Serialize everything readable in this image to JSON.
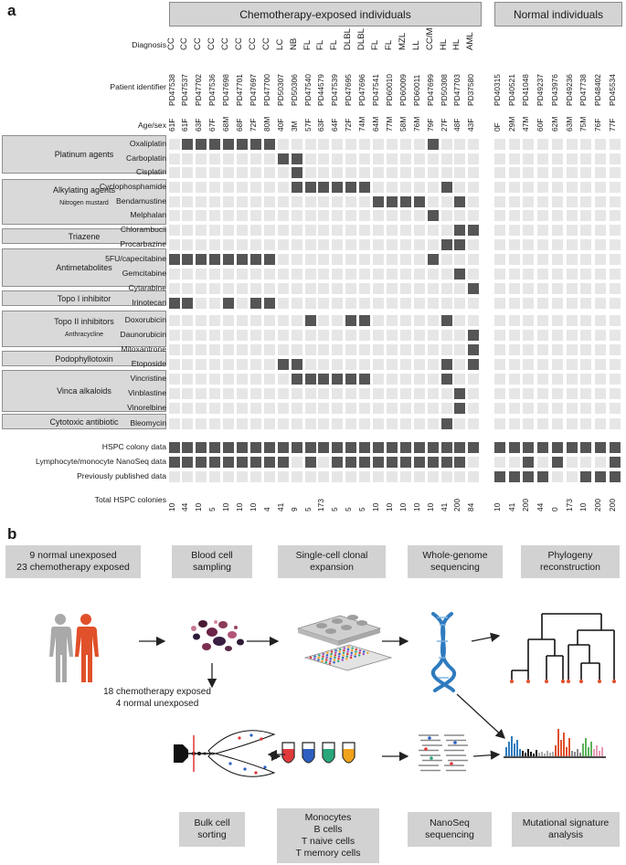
{
  "panels": {
    "a": "a",
    "b": "b"
  },
  "headers": {
    "chemo": "Chemotherapy-exposed individuals",
    "normal": "Normal individuals"
  },
  "row_titles": {
    "diagnosis": "Diagnosis",
    "patient": "Patient identifier",
    "agesex": "Age/sex"
  },
  "chemo_samples": [
    {
      "diag": "CC",
      "id": "PD47538",
      "age": "61F"
    },
    {
      "diag": "CC",
      "id": "PD47537",
      "age": "61F"
    },
    {
      "diag": "CC",
      "id": "PD47702",
      "age": "63F"
    },
    {
      "diag": "CC",
      "id": "PD47536",
      "age": "67F"
    },
    {
      "diag": "CC",
      "id": "PD47698",
      "age": "68M"
    },
    {
      "diag": "CC",
      "id": "PD47701",
      "age": "68F"
    },
    {
      "diag": "CC",
      "id": "PD47697",
      "age": "72F"
    },
    {
      "diag": "CC",
      "id": "PD47700",
      "age": "80M"
    },
    {
      "diag": "LC",
      "id": "PD50307",
      "age": "40F"
    },
    {
      "diag": "NB",
      "id": "PD50306",
      "age": "3M"
    },
    {
      "diag": "FL",
      "id": "PD47540",
      "age": "57F"
    },
    {
      "diag": "FL",
      "id": "PD44579",
      "age": "63F"
    },
    {
      "diag": "FL",
      "id": "PD47539",
      "age": "64F"
    },
    {
      "diag": "DLBL",
      "id": "PD47695",
      "age": "72F"
    },
    {
      "diag": "DLBL",
      "id": "PD47696",
      "age": "74M"
    },
    {
      "diag": "FL",
      "id": "PD47541",
      "age": "64M"
    },
    {
      "diag": "FL",
      "id": "PD60010",
      "age": "77M"
    },
    {
      "diag": "MZL",
      "id": "PD60009",
      "age": "58M"
    },
    {
      "diag": "LL",
      "id": "PD60011",
      "age": "76M"
    },
    {
      "diag": "CC/M",
      "id": "PD47699",
      "age": "79F"
    },
    {
      "diag": "HL",
      "id": "PD50308",
      "age": "27F"
    },
    {
      "diag": "HL",
      "id": "PD47703",
      "age": "48F"
    },
    {
      "diag": "AML",
      "id": "PD37580",
      "age": "43F"
    }
  ],
  "normal_samples": [
    {
      "id": "PD40315",
      "age": "0F"
    },
    {
      "id": "PD40521",
      "age": "29M"
    },
    {
      "id": "PD41048",
      "age": "47M"
    },
    {
      "id": "PD49237",
      "age": "60F"
    },
    {
      "id": "PD43976",
      "age": "62M"
    },
    {
      "id": "PD49236",
      "age": "63M"
    },
    {
      "id": "PD47738",
      "age": "75M"
    },
    {
      "id": "PD48402",
      "age": "76F"
    },
    {
      "id": "PD45534",
      "age": "77F"
    }
  ],
  "drug_groups": [
    {
      "name": "Platinum agents"
    },
    {
      "name": "Alkylating agents",
      "sub": "Nitrogen mustard"
    },
    {
      "name": "Triazene"
    },
    {
      "name": "Antimetabolites"
    },
    {
      "name": "Topo I inhibitor"
    },
    {
      "name": "Topo II inhibitors",
      "sub": "Anthracycline"
    },
    {
      "name": "Podophyllotoxin"
    },
    {
      "name": "Vinca alkaloids"
    },
    {
      "name": "Cytotoxic antibiotic"
    }
  ],
  "drug_rows": [
    {
      "name": "Oxaliplatin",
      "on": [
        1,
        2,
        3,
        4,
        5,
        6,
        7,
        19
      ]
    },
    {
      "name": "Carboplatin",
      "on": [
        8,
        9
      ]
    },
    {
      "name": "Cisplatin",
      "on": [
        9
      ]
    },
    {
      "name": "Cyclophosphamide",
      "on": [
        9,
        10,
        11,
        12,
        13,
        14,
        20
      ]
    },
    {
      "name": "Bendamustine",
      "on": [
        15,
        16,
        17,
        18,
        21
      ]
    },
    {
      "name": "Melphalan",
      "on": [
        19
      ]
    },
    {
      "name": "Chlorambucil",
      "on": [
        21,
        22
      ]
    },
    {
      "name": "Procarbazine",
      "on": [
        20,
        21
      ]
    },
    {
      "name": "5FU/capecitabine",
      "on": [
        0,
        1,
        2,
        3,
        4,
        5,
        6,
        7,
        19
      ]
    },
    {
      "name": "Gemcitabine",
      "on": [
        21
      ]
    },
    {
      "name": "Cytarabine",
      "on": [
        22
      ]
    },
    {
      "name": "Irinotecan",
      "on": [
        0,
        1,
        4,
        6,
        7
      ]
    },
    {
      "name": "Doxorubicin",
      "on": [
        10,
        13,
        14,
        20
      ]
    },
    {
      "name": "Daunorubicin",
      "on": [
        22
      ]
    },
    {
      "name": "Mitoxantrone",
      "on": [
        22
      ]
    },
    {
      "name": "Etoposide",
      "on": [
        8,
        9,
        20,
        22
      ]
    },
    {
      "name": "Vincristine",
      "on": [
        9,
        10,
        11,
        12,
        13,
        14,
        20
      ]
    },
    {
      "name": "Vinblastine",
      "on": [
        21
      ]
    },
    {
      "name": "Vinorelbine",
      "on": [
        21
      ]
    },
    {
      "name": "Bleomycin",
      "on": [
        20
      ]
    }
  ],
  "data_rows": [
    {
      "name": "HSPC colony data",
      "on": [
        0,
        1,
        2,
        3,
        4,
        5,
        6,
        7,
        8,
        9,
        10,
        11,
        12,
        13,
        14,
        15,
        16,
        17,
        18,
        19,
        20,
        21,
        22
      ],
      "normal_on": [
        0,
        1,
        2,
        3,
        4,
        5,
        6,
        7,
        8
      ]
    },
    {
      "name": "Lymphocyte/monocyte NanoSeq data",
      "on": [
        0,
        1,
        2,
        3,
        4,
        5,
        6,
        7,
        8,
        10,
        12,
        13,
        14,
        15,
        16,
        17,
        18,
        19,
        20,
        21
      ],
      "normal_on": [
        2,
        4,
        8
      ]
    },
    {
      "name": "Previously published data",
      "on": [],
      "normal_on": [
        0,
        1,
        2,
        3,
        6,
        7,
        8
      ]
    }
  ],
  "colonies": {
    "label": "Total HSPC colonies",
    "chemo": [
      "10",
      "44",
      "10",
      "5",
      "10",
      "10",
      "10",
      "4",
      "41",
      "9",
      "5",
      "173",
      "5",
      "5",
      "5",
      "10",
      "10",
      "10",
      "10",
      "10",
      "41",
      "200",
      "84"
    ],
    "normal": [
      "10",
      "41",
      "200",
      "44",
      "0",
      "173",
      "10",
      "200",
      "200"
    ]
  },
  "workflow": {
    "top_boxes": [
      {
        "l1": "9 normal unexposed",
        "l2": "23 chemotherapy exposed"
      },
      {
        "l1": "Blood cell",
        "l2": "sampling"
      },
      {
        "l1": "Single-cell clonal",
        "l2": "expansion"
      },
      {
        "l1": "Whole-genome",
        "l2": "sequencing"
      },
      {
        "l1": "Phylogeny",
        "l2": "reconstruction"
      }
    ],
    "subset_l1": "18 chemotherapy exposed",
    "subset_l2": "4 normal unexposed",
    "bottom_boxes": [
      {
        "l1": "Bulk cell",
        "l2": "sorting"
      },
      {
        "l1": "NanoSeq",
        "l2": "sequencing"
      },
      {
        "l1": "Mutational signature",
        "l2": "analysis"
      }
    ],
    "cell_types": [
      "Monocytes",
      "B cells",
      "T naive cells",
      "T memory cells"
    ]
  },
  "colors": {
    "cell_on": "#555555",
    "cell_off": "#e6e6e6",
    "box": "#d2d2d2",
    "human_grey": "#a9a9a9",
    "human_orange": "#e0502a",
    "dna": "#2e7bbf"
  }
}
